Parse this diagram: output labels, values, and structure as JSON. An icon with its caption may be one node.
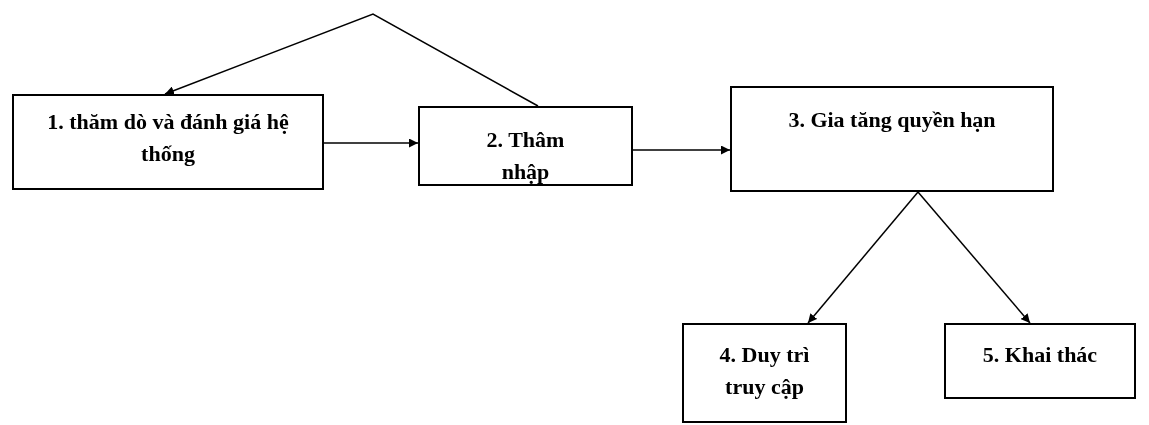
{
  "diagram": {
    "nodes": [
      {
        "text": [
          "1. thăm dò và đánh giá hệ thống"
        ]
      },
      {
        "text": [
          "2. Thâm nhập"
        ]
      },
      {
        "text": [
          "3. Gia tăng quyền hạn"
        ]
      },
      {
        "text": [
          "4. Duy trì truy cập"
        ]
      },
      {
        "text": [
          "5. Khai thác"
        ]
      }
    ],
    "edges": [
      {
        "from": 0,
        "to": 1,
        "arrow": "to"
      },
      {
        "from": 1,
        "to": 2,
        "arrow": "to"
      },
      {
        "from": 2,
        "to": 3,
        "arrow": "to"
      },
      {
        "from": 2,
        "to": 4,
        "arrow": "to"
      },
      {
        "from": 1,
        "to": 0,
        "arrow": "to"
      }
    ]
  }
}
